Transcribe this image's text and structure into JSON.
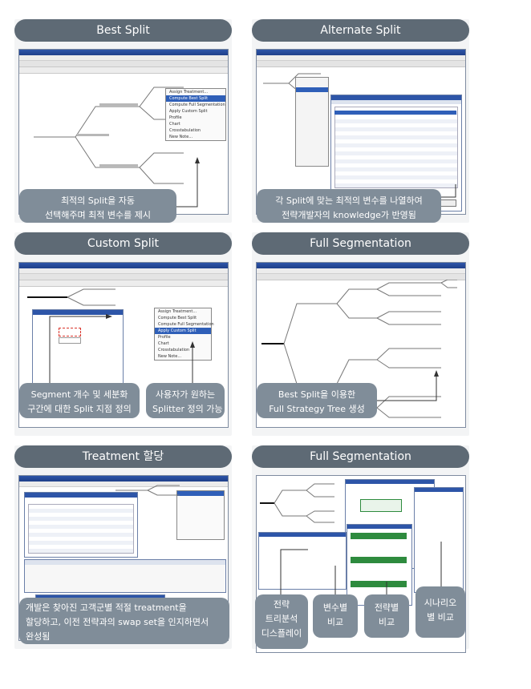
{
  "panels": {
    "best_split": {
      "title": "Best Split",
      "caption": [
        "최적의 Split을 자동",
        "선택해주며 최적 변수를 제시"
      ],
      "menu": [
        "Assign Treatment...",
        "Compute Best Split",
        "Compute Full Segmentation",
        "Apply Custom Split",
        "Profile",
        "Chart",
        "Crosstabulation",
        "New Note..."
      ]
    },
    "alternate_split": {
      "title": "Alternate Split",
      "caption": [
        "각 Split에 맞는 최적의 변수를 나열하여",
        "전략개발자의 knowledge가 반영됨"
      ]
    },
    "custom_split": {
      "title": "Custom Split",
      "caption_left": [
        "Segment 개수 및 세분화",
        "구간에 대한 Split 지점 정의"
      ],
      "caption_right": [
        "사용자가 원하는",
        "Splitter 정의 가능"
      ],
      "menu": [
        "Assign Treatment...",
        "Compute Best Split",
        "Compute Full Segmentation",
        "Apply Custom Split",
        "Profile",
        "Chart",
        "Crosstabulation",
        "New Note..."
      ]
    },
    "full_segmentation_1": {
      "title": "Full Segmentation",
      "caption": [
        "Best Split을 이용한",
        "Full Strategy Tree 생성"
      ]
    },
    "treatment": {
      "title": "Treatment 할당",
      "caption": [
        "개발은 찾아진 고객군별 적절 treatment을",
        "할당하고, 이전 전략과의 swap set을 인지하면서",
        "완성됨"
      ]
    },
    "full_segmentation_2": {
      "title": "Full Segmentation",
      "labels": [
        [
          "전략",
          "트리분석",
          "디스플레이"
        ],
        [
          "변수별",
          "비교"
        ],
        [
          "전략별",
          "비교"
        ],
        [
          "시나리오",
          "별 비교"
        ]
      ]
    }
  },
  "colors": {
    "pill": "#5e6a75",
    "caption": "#808d99",
    "panel": "#f3f4f5",
    "highlight": "#2f5fb8",
    "accent_green": "#2e8b3e",
    "accent_red": "#d9342b"
  }
}
